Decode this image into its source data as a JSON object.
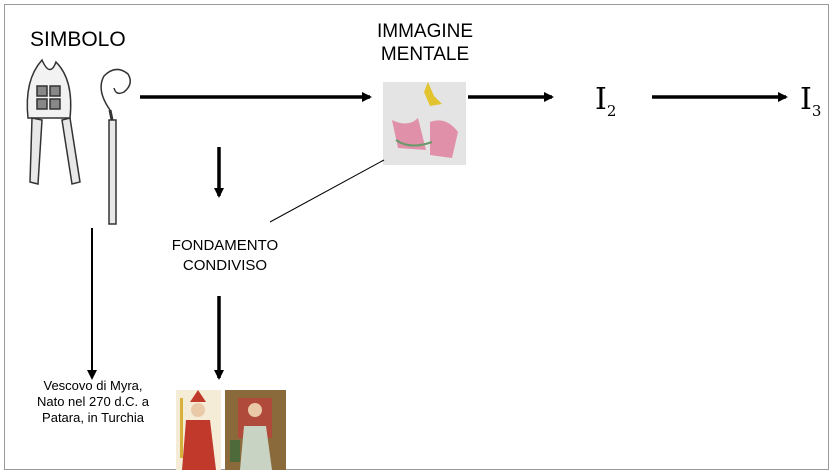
{
  "labels": {
    "simbolo": "SIMBOLO",
    "immagine_line1": "IMMAGINE",
    "immagine_line2": "MENTALE",
    "fondamento_line1": "FONDAMENTO",
    "fondamento_line2": "CONDIVISO",
    "i2_base": "I",
    "i2_sub": "2",
    "i3_base": "I",
    "i3_sub": "3",
    "vescovo_line1": "Vescovo di Myra,",
    "vescovo_line2": "Nato nel 270 d.C. a",
    "vescovo_line3": "Patara, in Turchia"
  },
  "icons": {
    "mitre": "mitre-icon",
    "crosier": "crosier-icon",
    "mental_image": "mental-image-thumbnail",
    "saint_portrait_1": "saint-nicholas-portrait-1",
    "saint_portrait_2": "saint-nicholas-portrait-2"
  },
  "colors": {
    "arrow": "#000000",
    "frame": "#9a9a9a",
    "saint_red": "#c0392b",
    "mental_image_bg": "#e4e4e4"
  }
}
